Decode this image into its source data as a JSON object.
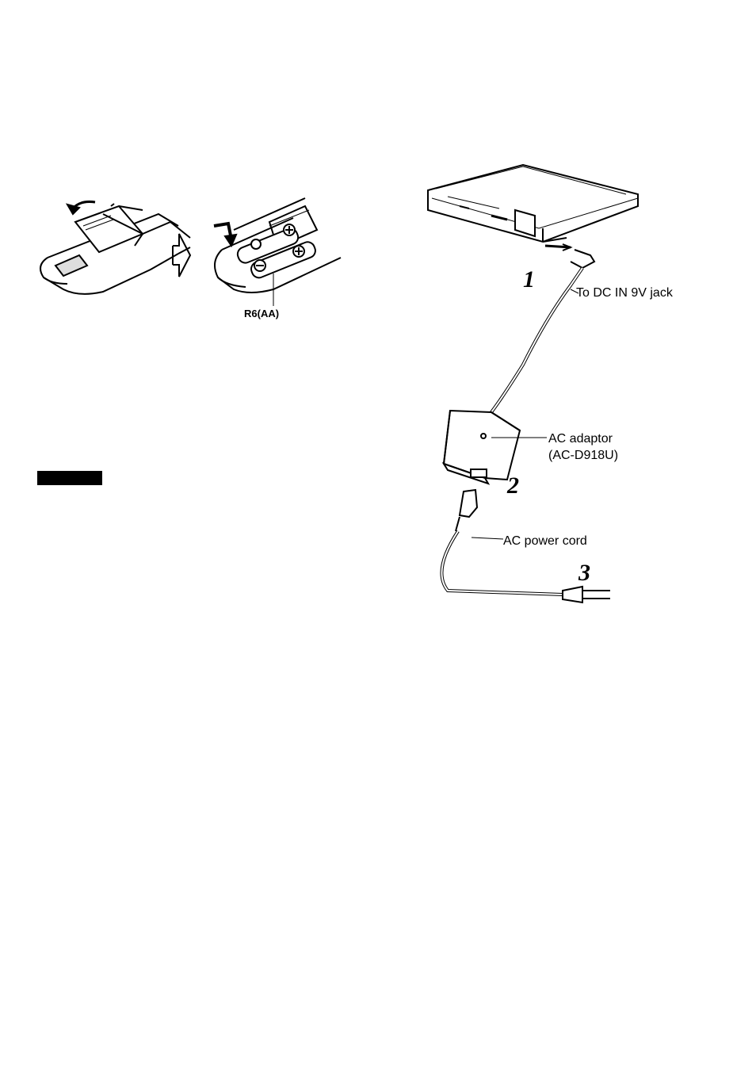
{
  "remote_figure": {
    "battery_label": "R6(AA)"
  },
  "power_figure": {
    "dc_jack_label": "To DC IN 9V jack",
    "adaptor_label_line1": "AC adaptor",
    "adaptor_label_line2": "(AC-D918U)",
    "power_cord_label": "AC power cord",
    "step_numbers": [
      "1",
      "2",
      "3"
    ]
  },
  "colors": {
    "ink": "#000000",
    "paper": "#ffffff",
    "note_bar": "#000000"
  }
}
